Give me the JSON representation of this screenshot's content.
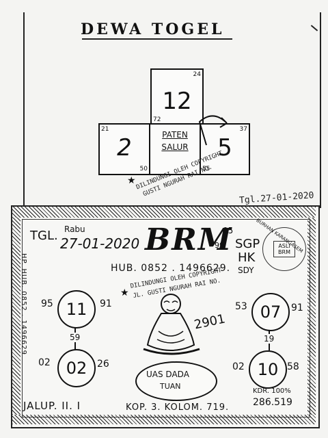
{
  "top": {
    "title": "DEWA TOGEL",
    "main_box": {
      "number": "12",
      "corner_top": "24",
      "corner_bottom": "72"
    },
    "left_box": {
      "number": "2",
      "corner_top": "21",
      "corner_bottom": "50"
    },
    "center_box": {
      "line1": "PATEN",
      "line2": "SALUR"
    },
    "right_box": {
      "number": "5",
      "corner_top": "37",
      "corner_bottom": "55"
    },
    "stamp_line1": "DILINDUNGI OLEH COPYRIGHT",
    "stamp_line2": "GUSTI NGURAH RAI NO.",
    "date": "Tgl.27-01-2020"
  },
  "bottom": {
    "tgl_label": "TGL.",
    "day": "Rabu",
    "date": "27-01-2020",
    "brand": "BRM",
    "small_top_right": "05",
    "small_99": "99",
    "markets": [
      "SGP",
      "HK",
      "SDY"
    ],
    "hub": "HUB. 0852 . 1496629.",
    "stamp_line1": "DILINDUNGI OLEH COPYRIGHT",
    "stamp_line2": "JL. GUSTI NGURAH RAI NO.",
    "side_text": "HP. HUB. 0852 . 1496629",
    "seal_outer": "BURHAN KARANGASEM",
    "seal_inner_1": "ASLI",
    "seal_inner_2": "BRM",
    "left_circles": [
      {
        "value": "11",
        "left": "95",
        "right": "91"
      },
      {
        "value": "02",
        "left": "02",
        "right": "26"
      }
    ],
    "left_connector": "59",
    "right_circles": [
      {
        "value": "07",
        "left": "53",
        "right": "91"
      },
      {
        "value": "10",
        "left": "02",
        "right": "58"
      }
    ],
    "right_connector": "19",
    "mid_number": "2901",
    "oval_line1": "UAS DADA",
    "oval_line2": "TUAN",
    "jalur": "JALUP. II. I",
    "kop": "KOP. 3. KOLOM. 719.",
    "kdr_label": "KDR. 100%",
    "kdr_value": "286.519"
  }
}
